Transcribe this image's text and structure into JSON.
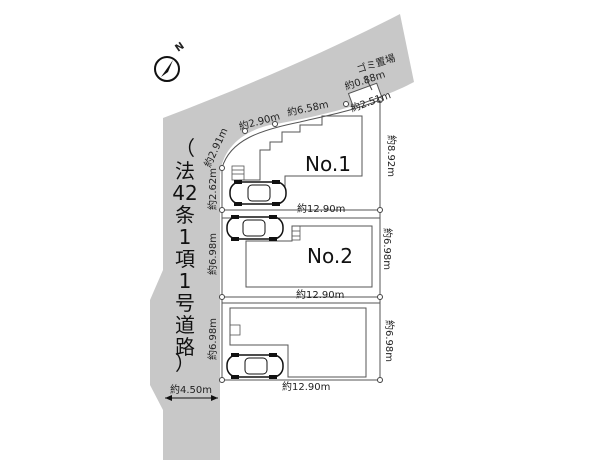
{
  "road": {
    "label_chars": [
      "（",
      "法",
      "42",
      "条",
      "1",
      "項",
      "1",
      "号",
      "道",
      "路",
      "）"
    ],
    "width": "約4.50m"
  },
  "compass": {
    "label": "N"
  },
  "garbage": {
    "label": "ゴミ置場",
    "dim_width": "約0.88m"
  },
  "lots": [
    {
      "name": "No.1",
      "dims": {
        "front_a": "約2.91m",
        "front_b": "約2.90m",
        "front_c": "約6.58m",
        "top_right": "約2.51m",
        "right": "約8.92m",
        "left": "約2.62m",
        "bottom": "約12.90m"
      }
    },
    {
      "name": "No.2",
      "dims": {
        "left": "約6.98m",
        "right": "約6.98m",
        "bottom": "約12.90m"
      }
    },
    {
      "name": "",
      "dims": {
        "left": "約6.98m",
        "right": "約6.98m",
        "bottom": "約12.90m"
      }
    }
  ]
}
